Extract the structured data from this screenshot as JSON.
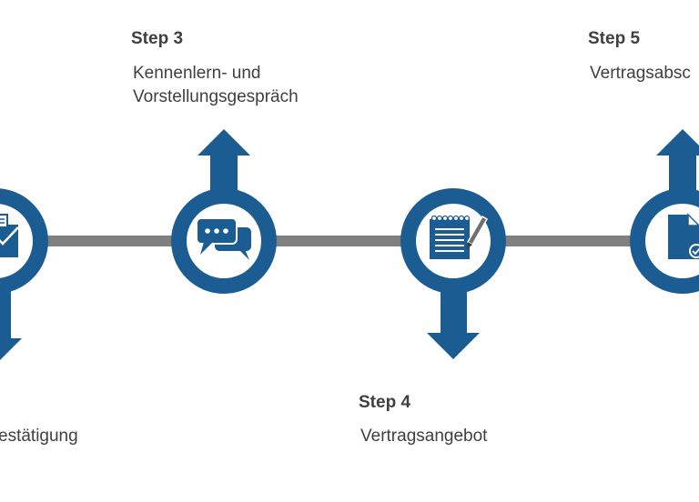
{
  "colors": {
    "primary": "#1b5d93",
    "connector": "#808080",
    "background": "#ffffff"
  },
  "steps": [
    {
      "number_label": "",
      "description_lines": [
        "estätigung"
      ],
      "arrow": "down",
      "icon": "envelope-icon"
    },
    {
      "number_label": "Step 3",
      "description_lines": [
        "Kennenlern- und",
        "Vorstellungsgespräch"
      ],
      "arrow": "up",
      "icon": "chat-bubbles-icon"
    },
    {
      "number_label": "Step 4",
      "description_lines": [
        "Vertragsangebot"
      ],
      "arrow": "down",
      "icon": "notepad-pen-icon"
    },
    {
      "number_label": "Step 5",
      "description_lines": [
        "Vertragsabsc"
      ],
      "arrow": "up",
      "icon": "document-check-icon"
    }
  ]
}
